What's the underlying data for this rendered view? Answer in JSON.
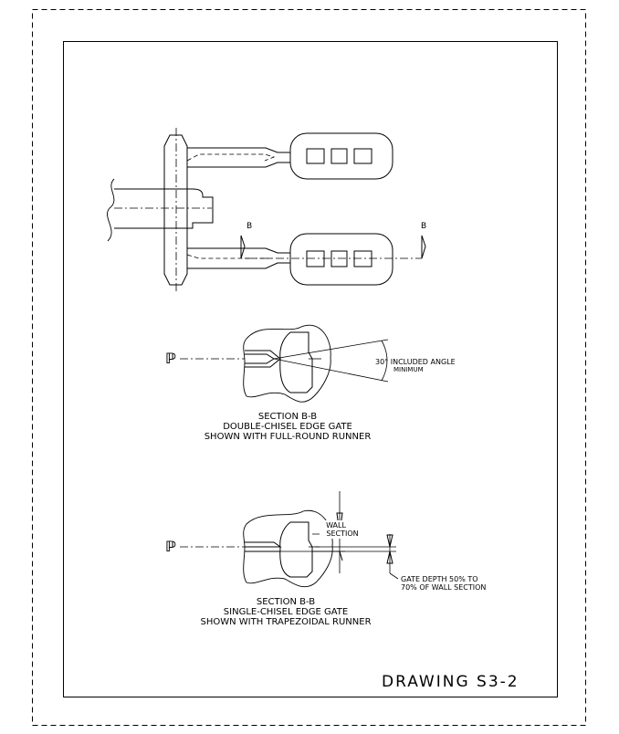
{
  "drawing": {
    "id": "DRAWING S3-2",
    "section_marker": "B",
    "centerline_symbol": "ℙ"
  },
  "section_1": {
    "title": "SECTION B-B",
    "line2": "DOUBLE-CHISEL EDGE GATE",
    "line3": "SHOWN WITH FULL-ROUND RUNNER",
    "angle_note_1": "30° INCLUDED ANGLE",
    "angle_note_2": "MINIMUM"
  },
  "section_2": {
    "title": "SECTION B-B",
    "line2": "SINGLE-CHISEL EDGE GATE",
    "line3": "SHOWN WITH TRAPEZOIDAL RUNNER",
    "wall_label_1": "WALL",
    "wall_label_2": "SECTION",
    "gate_note_1": "GATE DEPTH 50% TO",
    "gate_note_2": "70% OF WALL SECTION"
  }
}
